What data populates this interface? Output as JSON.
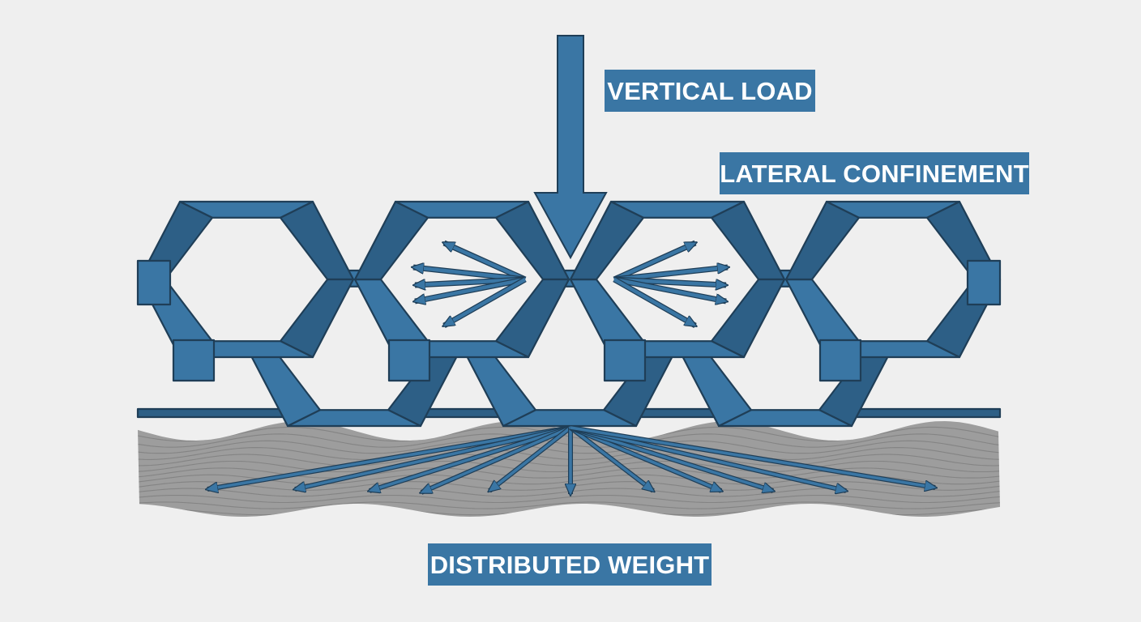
{
  "labels": {
    "vertical_load": "VERTICAL LOAD",
    "lateral_confinement": "LATERAL CONFINEMENT",
    "distributed_weight": "DISTRIBUTED WEIGHT"
  },
  "colors": {
    "background": "#efefef",
    "cell_blue": "#3a76a4",
    "cell_dark": "#2d5f86",
    "cell_outline": "#1f3e57",
    "soil_gray": "#9d9d9d",
    "soil_lines": "#6f6f6f",
    "label_bg": "#3a76a4",
    "label_text": "#ffffff"
  },
  "icons": {
    "load_arrow": "arrow-down-icon",
    "confinement_arrows": "double-headed-arrow",
    "distribution_arrows": "arrow-spread"
  }
}
